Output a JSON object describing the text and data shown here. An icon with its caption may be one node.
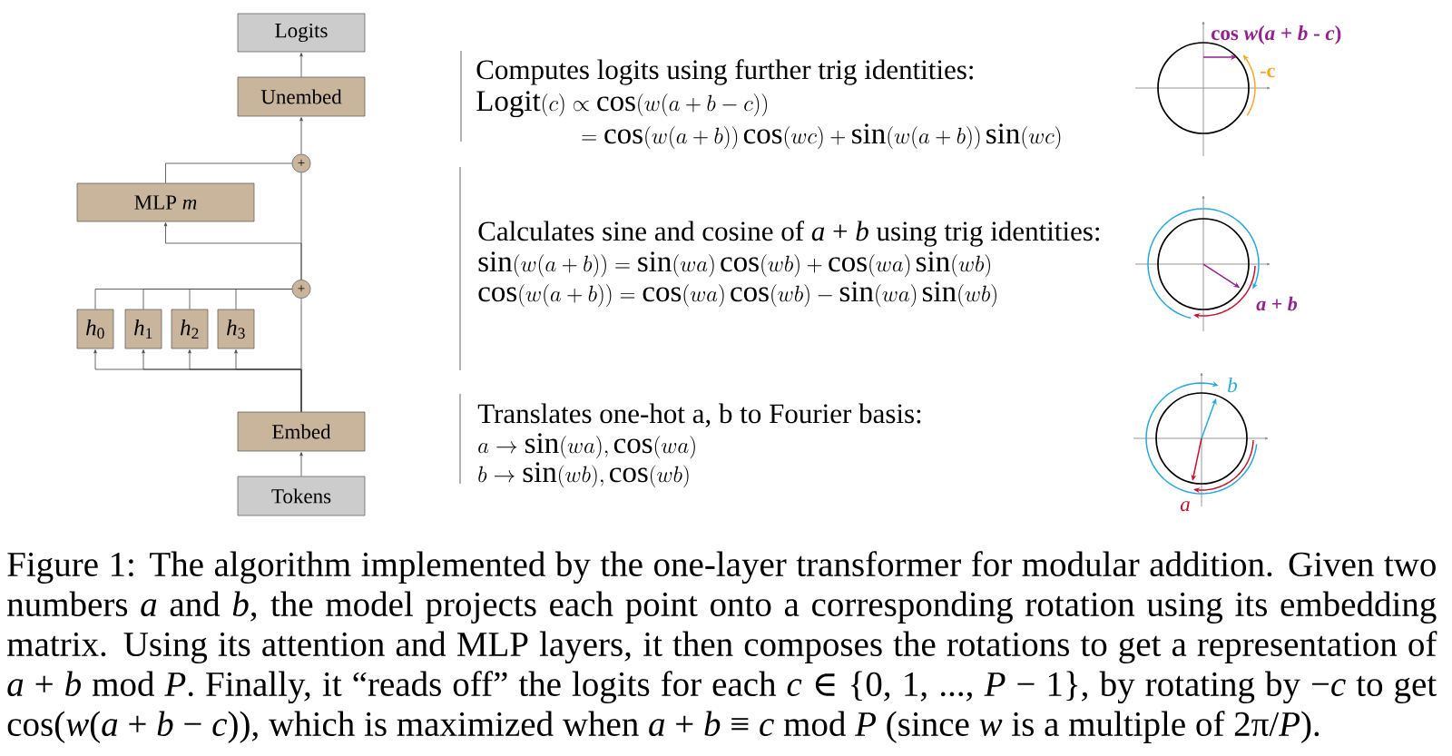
{
  "diagram": {
    "nodes": [
      {
        "text": [
          "Logits"
        ]
      },
      {
        "text": [
          "Unembed"
        ]
      },
      {
        "text": [
          "+"
        ]
      },
      {
        "text": [
          "MLP *m*"
        ]
      },
      {
        "text": [
          "+"
        ]
      },
      {
        "text": [
          "*h*$_{0}$"
        ]
      },
      {
        "text": [
          "*h*$_{1}$"
        ]
      },
      {
        "text": [
          "*h*$_{2}$"
        ]
      },
      {
        "text": [
          "*h*$_{3}$"
        ]
      },
      {
        "text": [
          "Embed"
        ]
      },
      {
        "text": [
          "Tokens"
        ]
      }
    ],
    "edges": [
      {
        "from": 10,
        "to": 9,
        "arrow": "to"
      },
      {
        "from": 9,
        "to": 4,
        "arrow": "none"
      },
      {
        "from": 9,
        "to": 5,
        "arrow": "to"
      },
      {
        "from": 9,
        "to": 6,
        "arrow": "to"
      },
      {
        "from": 9,
        "to": 7,
        "arrow": "to"
      },
      {
        "from": 9,
        "to": 8,
        "arrow": "to"
      },
      {
        "from": 5,
        "to": 4,
        "arrow": "none"
      },
      {
        "from": 6,
        "to": 4,
        "arrow": "none"
      },
      {
        "from": 7,
        "to": 4,
        "arrow": "none"
      },
      {
        "from": 8,
        "to": 4,
        "arrow": "none"
      },
      {
        "from": 4,
        "to": 2,
        "arrow": "none"
      },
      {
        "from": 4,
        "to": 3,
        "arrow": "to"
      },
      {
        "from": 3,
        "to": 2,
        "arrow": "none"
      },
      {
        "from": 2,
        "to": 1,
        "arrow": "to"
      },
      {
        "from": 1,
        "to": 0,
        "arrow": "to"
      }
    ],
    "labels": [
      "Computes logits using further trig identities:",
      "\\mathrm{Logit}(c) \\propto \\cos(w(a+b-c))",
      "= \\cos(w(a+b))\\cos(wc) + \\sin(w(a+b))\\sin(wc)",
      "cos *w*(*a* + *b* - *c*)",
      "-c",
      "Calculates sine and cosine of *a* + *b* using trig identities:",
      "\\sin(w(a+b)) = \\sin(wa)\\cos(wb) + \\cos(wa)\\sin(wb)",
      "\\cos(w(a+b)) = \\cos(wa)\\cos(wb) - \\sin(wa)\\sin(wb)",
      "*a* + *b*",
      "Translates one-hot a, b to Fourier basis:",
      "a \\to \\sin(wa), \\cos(wa)",
      "b \\to \\sin(wb), \\cos(wb)",
      "b",
      "a"
    ],
    "caption": "Figure 1: The algorithm implemented by the one-layer transformer for modular addition. Given two numbers *a* and *b*, the model projects each point onto a corresponding rotation using its embedding matrix. Using its attention and MLP layers, it then composes the rotations to get a representation of *a* + *b* mod *P*. Finally, it “reads off” the logits for each *c* ∈ {0, 1, ..., *P* − 1}, by rotating by −*c* to get cos(*w*(*a* + *b* − *c*)), which is maximized when *a* + *b* ≡ *c* mod *P* (since *w* is a multiple of 2π/*P*)."
  }
}
